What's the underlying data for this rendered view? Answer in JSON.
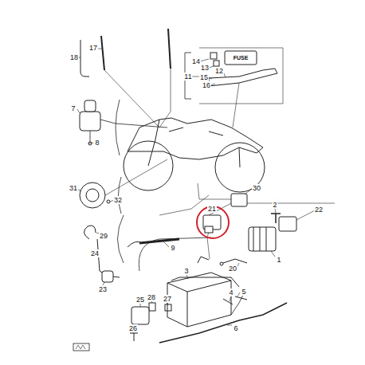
{
  "diagram": {
    "labels": [
      "18",
      "17",
      "14",
      "FUSE",
      "13",
      "12",
      "11",
      "15",
      "16",
      "7",
      "8",
      "31",
      "32",
      "30",
      "21",
      "2",
      "22",
      "29",
      "9",
      "24",
      "20",
      "1",
      "3",
      "23",
      "28",
      "27",
      "25",
      "5",
      "4",
      "26",
      "6"
    ]
  }
}
